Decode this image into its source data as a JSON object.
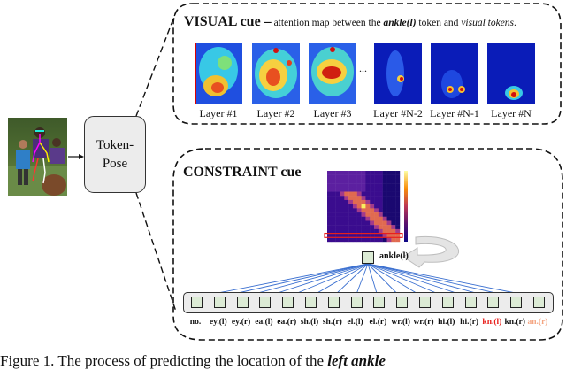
{
  "input_image": {
    "label": "person-photo-with-skeleton"
  },
  "model": {
    "line1": "Token-",
    "line2": "Pose"
  },
  "visual_cue": {
    "title": "VISUAL cue –",
    "subtitle_pre": " attention map between the ",
    "subtitle_token": "ankle(l)",
    "subtitle_mid": " token and ",
    "subtitle_tail": "visual tokens",
    "subtitle_end": ".",
    "ellipsis": "...",
    "layers": [
      {
        "label": "Layer #1"
      },
      {
        "label": "Layer #2"
      },
      {
        "label": "Layer #3"
      },
      {
        "label": "Layer #N-2"
      },
      {
        "label": "Layer #N-1"
      },
      {
        "label": "Layer #N"
      }
    ]
  },
  "constraint_cue": {
    "title": "CONSTRAINT cue",
    "query_token": "ankle(l)",
    "tokens": [
      {
        "label": "no.",
        "color": "#111111"
      },
      {
        "label": "ey.(l)",
        "color": "#111111"
      },
      {
        "label": "ey.(r)",
        "color": "#111111"
      },
      {
        "label": "ea.(l)",
        "color": "#111111"
      },
      {
        "label": "ea.(r)",
        "color": "#111111"
      },
      {
        "label": "sh.(l)",
        "color": "#111111"
      },
      {
        "label": "sh.(r)",
        "color": "#111111"
      },
      {
        "label": "el.(l)",
        "color": "#111111"
      },
      {
        "label": "el.(r)",
        "color": "#111111"
      },
      {
        "label": "wr.(l)",
        "color": "#111111"
      },
      {
        "label": "wr.(r)",
        "color": "#111111"
      },
      {
        "label": "hi.(l)",
        "color": "#111111"
      },
      {
        "label": "hi.(r)",
        "color": "#111111"
      },
      {
        "label": "kn.(l)",
        "color": "#e8201c"
      },
      {
        "label": "kn.(r)",
        "color": "#111111"
      },
      {
        "label": "an.(r)",
        "color": "#f4a582"
      }
    ],
    "line_color": "#3a6fd0",
    "highlight_color": "#e8201c"
  },
  "caption": {
    "prefix": "Figure 1. The process of predicting the location of the ",
    "emphasis": "left ankle"
  }
}
